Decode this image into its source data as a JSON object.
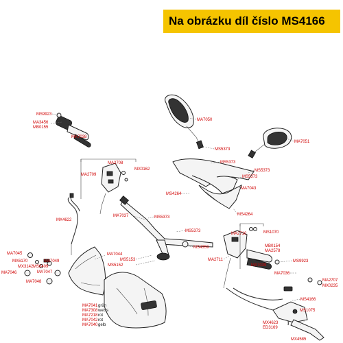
{
  "banner": {
    "text": "Na obrázku díl číslo MS4166",
    "color": "#f5c400"
  },
  "labels": {
    "ms9923_top": "MS9923",
    "ma3456": "MA3456",
    "mb0155": "MB0155",
    "ma7038": "MA7038",
    "ma7050": "MA7050",
    "ma7051": "MA7051",
    "ms5373_a": "MS5373",
    "ms5373_b": "MS5373",
    "ms5373_c": "MS5373",
    "ms5373_d": "MS5373",
    "ms5373_e": "MS5373",
    "ms5373_f": "MS5373",
    "ma2708": "MA2708",
    "ma2709": "MA2709",
    "mx0162": "MX0162",
    "ma7043": "MA7043",
    "ms4264_a": "MS4264",
    "ms4264_b": "MS4264",
    "mx4622": "MX4622",
    "ma7037": "MA7037",
    "ms1070": "MS1070",
    "ma2710": "MA2710",
    "mb0154": "MB0154",
    "ma2578": "MA2578",
    "ms4359": "MS4359",
    "ma7044": "MA7044",
    "ms5153": "MS5153",
    "ms5152": "MS5152",
    "ma2711": "MA2711",
    "ma7039": "MA7039",
    "ms9923_right": "MS9923",
    "ma7045": "MA7045",
    "mx6170": "MX6170",
    "mx3142": "MX3142",
    "ma7049": "MA7049",
    "ms6409": "MS6409",
    "ma7046": "MA7046",
    "ma7047": "MA7047",
    "ma7048": "MA7048",
    "ma7036": "MA7036",
    "ma2707": "MA2707",
    "mx0235": "MX0235",
    "ms4166": "MS4166",
    "ms1075": "MS1075",
    "mx4623": "MX4623",
    "ed3169": "ED3169",
    "mx4585": "MX4585"
  },
  "color_variants": [
    {
      "code": "MA7041",
      "color": "grün"
    },
    {
      "code": "MA7308",
      "color": "weiss"
    },
    {
      "code": "MA7218",
      "color": "rot"
    },
    {
      "code": "MA7042",
      "color": "rot"
    },
    {
      "code": "MA7040",
      "color": "gelb"
    }
  ]
}
